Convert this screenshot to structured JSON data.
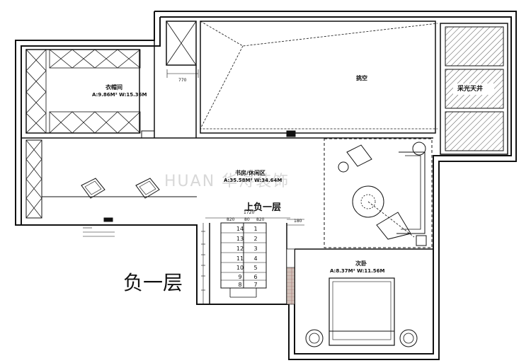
{
  "plan": {
    "floor_title": "负一层",
    "stair_label": "上负一层",
    "watermark": "HUAN 华浔装饰",
    "rooms": {
      "closet": {
        "name": "衣帽间",
        "area": "A:9.86M²  W:15.36M"
      },
      "void": {
        "name": "挑空"
      },
      "skylight": {
        "name": "采光天井"
      },
      "study": {
        "name": "书房/休闲区",
        "area": "A:35.58M²  W:34.64M"
      },
      "bedroom": {
        "name": "次卧",
        "area": "A:8.37M²  W:11.56M"
      }
    },
    "dimensions": {
      "d770": "770",
      "d1720": "1720",
      "d820a": "820",
      "d80": "80",
      "d820b": "820",
      "d180": "180"
    },
    "stairs": {
      "left": [
        "14",
        "13",
        "12",
        "11",
        "10",
        "9",
        "8"
      ],
      "right": [
        "1",
        "2",
        "3",
        "4",
        "5",
        "6",
        "7"
      ]
    }
  }
}
